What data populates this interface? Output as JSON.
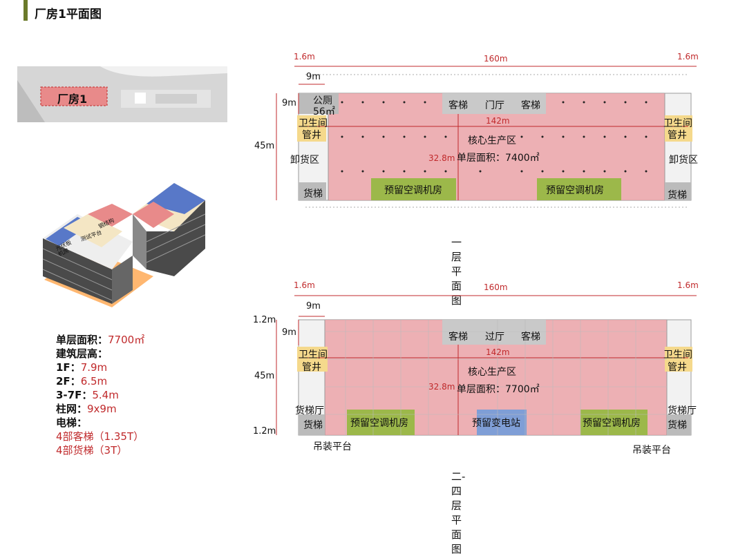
{
  "page": {
    "title": "厂房1平面图"
  },
  "site_plan": {
    "label": "厂房1"
  },
  "iso_labels": {
    "a": "测试平台",
    "b": "光伏板",
    "c": "机房",
    "d": "钢结构"
  },
  "specs": {
    "area_label": "单层面积：",
    "area_value": "7700㎡",
    "height_label": "建筑层高：",
    "f1_label": "1F：",
    "f1_value": "7.9m",
    "f2_label": "2F：",
    "f2_value": "6.5m",
    "f37_label": "3-7F：",
    "f37_value": "5.4m",
    "grid_label": "柱网：",
    "grid_value": "9x9m",
    "elev_label": "电梯：",
    "elev_pass": "4部客梯（1.35T）",
    "elev_freight": "4部货梯（3T）"
  },
  "plan1": {
    "caption": "一层平面图",
    "dim_left": "1.6m",
    "dim_total": "160m",
    "dim_right": "1.6m",
    "dim_9m_top": "9m",
    "dim_9m_side": "9m",
    "dim_45m": "45m",
    "dim_142m": "142m",
    "dim_32m": "32.8m",
    "toilet_public": "公厕",
    "toilet_area": "56㎡",
    "lift_a": "客梯",
    "lobby": "门厅",
    "lift_b": "客梯",
    "wc_left": "卫生间",
    "shaft_left": "管井",
    "wc_right": "卫生间",
    "shaft_right": "管井",
    "core": "核心生产区",
    "floor_area": "单层面积：7400㎡",
    "unload_left": "卸货区",
    "unload_right": "卸货区",
    "freight_left": "货梯",
    "freight_right": "货梯",
    "ac_left": "预留空调机房",
    "ac_right": "预留空调机房"
  },
  "plan2": {
    "caption": "二-四层平面图",
    "dim_left": "1.6m",
    "dim_total": "160m",
    "dim_right": "1.6m",
    "dim_9m_top": "9m",
    "dim_12_top": "1.2m",
    "dim_9m_side": "9m",
    "dim_45m": "45m",
    "dim_12_bottom": "1.2m",
    "dim_142m": "142m",
    "dim_32m": "32.8m",
    "lift_a": "客梯",
    "lobby": "过厅",
    "lift_b": "客梯",
    "wc_left": "卫生间",
    "shaft_left": "管井",
    "wc_right": "卫生间",
    "shaft_right": "管井",
    "core": "核心生产区",
    "floor_area": "单层面积：7700㎡",
    "fhall_left": "货梯厅",
    "fhall_right": "货梯厅",
    "freight_left": "货梯",
    "freight_right": "货梯",
    "ac_left": "预留空调机房",
    "substation": "预留变电站",
    "ac_right": "预留空调机房",
    "hoist_left": "吊装平台",
    "hoist_right": "吊装平台"
  },
  "colors": {
    "accent_red": "#c0292b",
    "core_pink": "#eba3a8",
    "ac_green": "#9cb84a",
    "sub_blue": "#7f9ed6",
    "wc_yellow": "#f5d98c"
  }
}
